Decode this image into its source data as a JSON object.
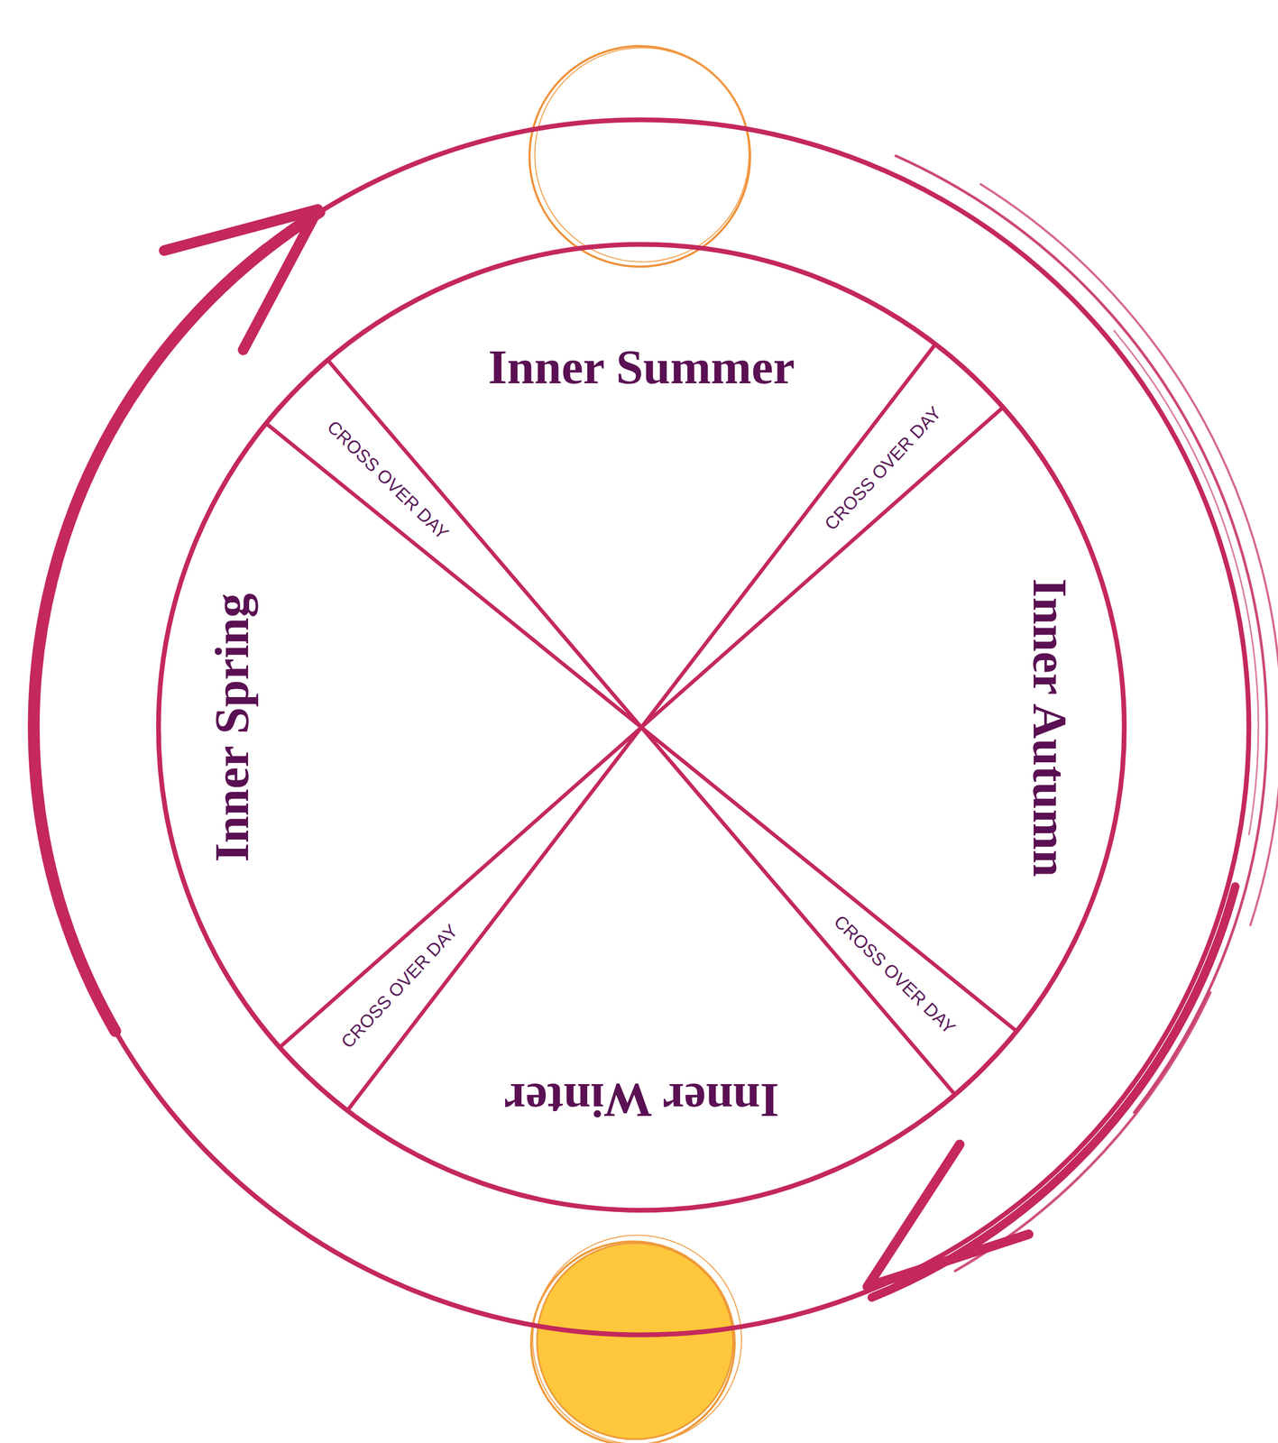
{
  "diagram": {
    "nodes": [
      {
        "text": [
          "Inner Summer"
        ]
      },
      {
        "text": [
          "CROSS OVER DAY"
        ]
      },
      {
        "text": [
          "Inner Autumn"
        ]
      },
      {
        "text": [
          "CROSS OVER DAY"
        ]
      },
      {
        "text": [
          "Inner Winter"
        ]
      },
      {
        "text": [
          "CROSS OVER DAY"
        ]
      },
      {
        "text": [
          "Inner Spring"
        ]
      },
      {
        "text": [
          "CROSS OVER DAY"
        ]
      }
    ]
  }
}
